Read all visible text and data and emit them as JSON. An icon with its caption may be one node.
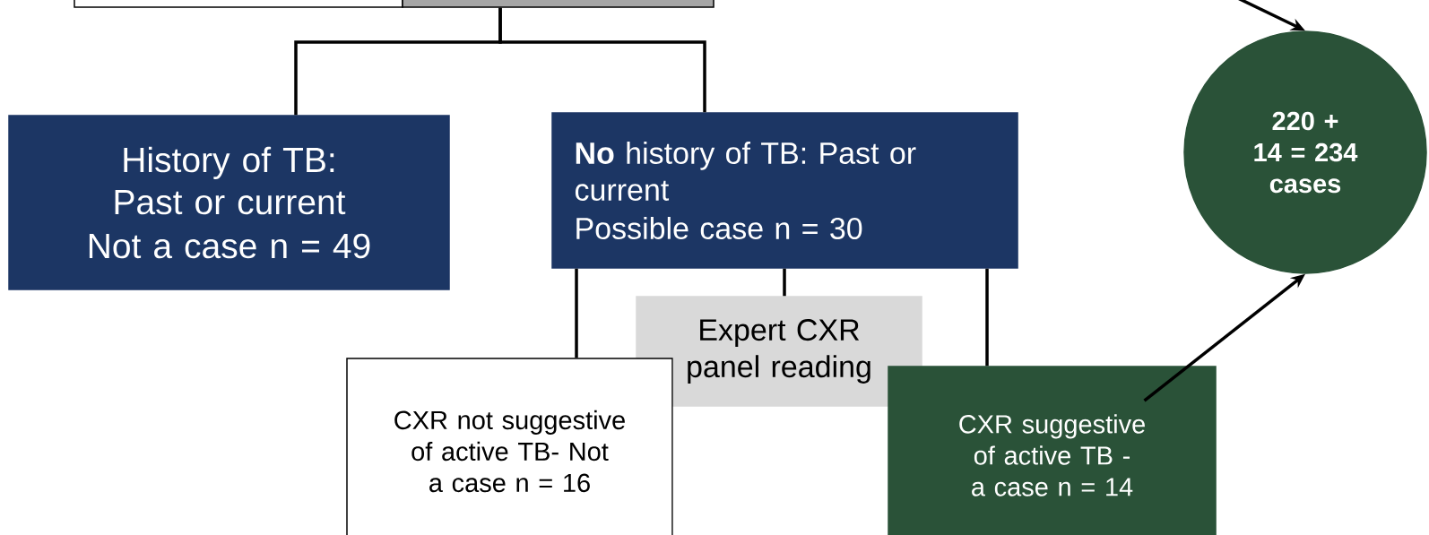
{
  "diagram": {
    "nodes": [
      {
        "text": [],
        "shape": "box"
      },
      {
        "text": [],
        "shape": "box"
      },
      {
        "text": [
          "History of TB: Past or current",
          "Not a case n = 49"
        ]
      },
      {
        "text": [
          "**No** history of TB: Past or current",
          "Possible case  n = 30"
        ]
      },
      {
        "text": [
          "Expert CXR panel reading"
        ]
      },
      {
        "text": [
          "CXR not suggestive of active TB- Not a case n = 16"
        ]
      },
      {
        "text": [
          "CXR suggestive of active TB - a case  n = 14"
        ]
      },
      {
        "text": [
          "220 + 14 = 234 cases"
        ]
      }
    ],
    "edges": [
      {
        "from": 1,
        "to": 2,
        "arrow": "none"
      },
      {
        "from": 1,
        "to": 3,
        "arrow": "none"
      },
      {
        "from": 3,
        "to": 5,
        "arrow": "none"
      },
      {
        "from": 3,
        "to": 4,
        "arrow": "none"
      },
      {
        "from": 3,
        "to": 6,
        "arrow": "none"
      },
      {
        "from": 6,
        "to": 7,
        "arrow": "to"
      },
      {
        "from": null,
        "to": 7,
        "arrow": "to"
      }
    ]
  }
}
